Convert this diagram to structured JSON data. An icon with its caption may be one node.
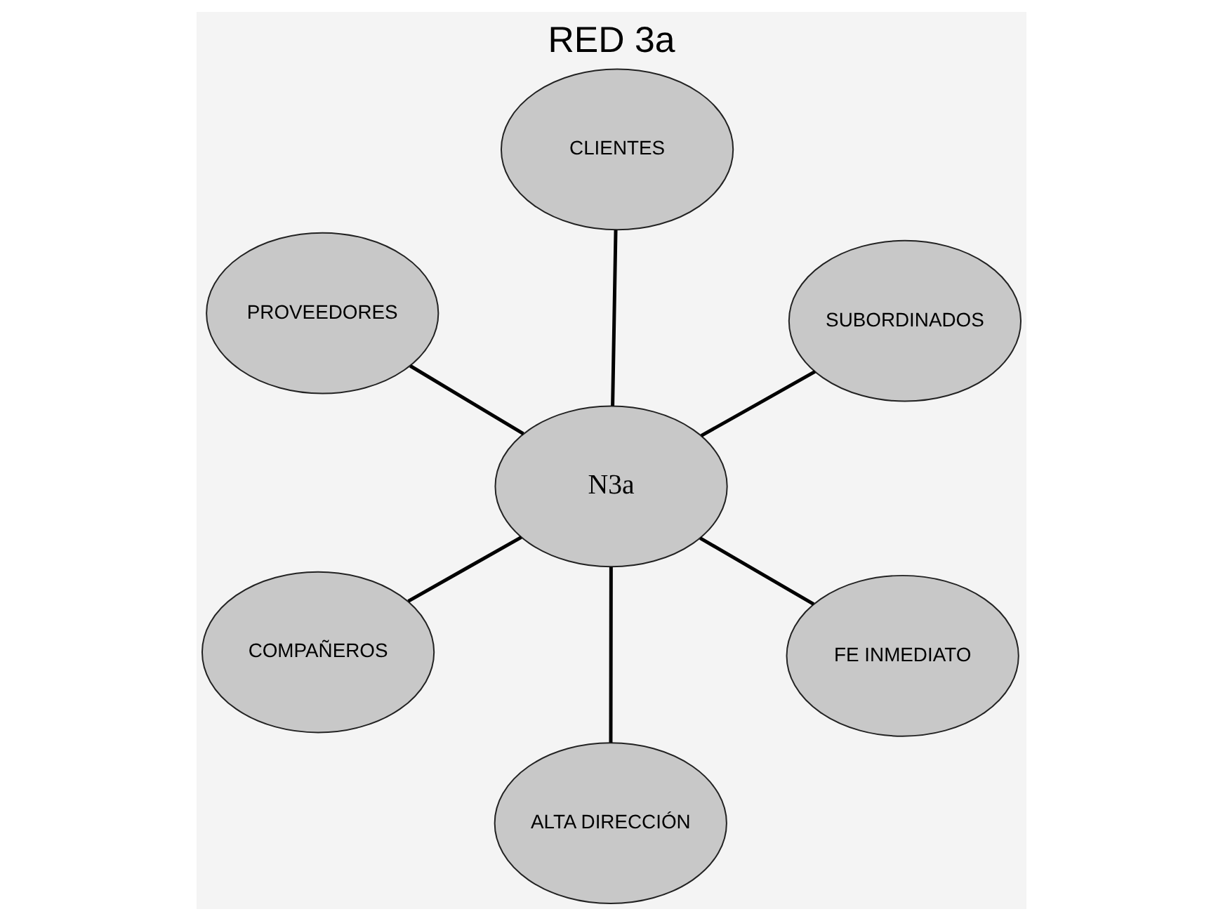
{
  "diagram": {
    "title": "RED 3a",
    "nodes": [
      {
        "text": [
          "N3a"
        ]
      },
      {
        "text": [
          "FE INMEDIATO"
        ]
      },
      {
        "text": [
          "ALTA DIRECCIÓN"
        ]
      },
      {
        "text": [
          "PROVEEDORES"
        ]
      },
      {
        "text": [
          "SUBORDINADOS"
        ]
      },
      {
        "text": [
          "CLIENTES"
        ]
      },
      {
        "text": [
          "COMPAÑEROS"
        ]
      }
    ],
    "edges": [
      {
        "from": 0,
        "to": 1,
        "arrow": "none"
      },
      {
        "from": 0,
        "to": 2,
        "arrow": "none"
      },
      {
        "from": 0,
        "to": 3,
        "arrow": "none"
      },
      {
        "from": 0,
        "to": 4,
        "arrow": "none"
      },
      {
        "from": 0,
        "to": 5,
        "arrow": "none"
      },
      {
        "from": 0,
        "to": 6,
        "arrow": "none"
      }
    ]
  }
}
